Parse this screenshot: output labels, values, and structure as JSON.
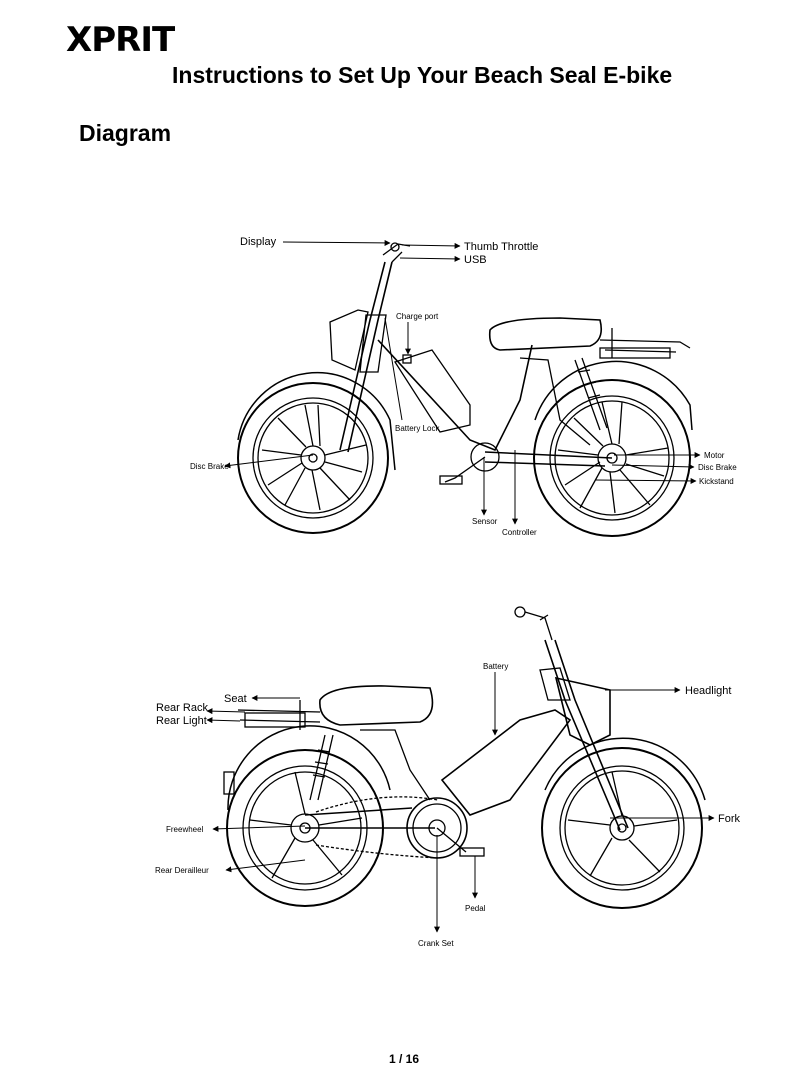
{
  "brand": "XPRIT",
  "title": "Instructions to Set Up Your Beach Seal E-bike",
  "section_heading": "Diagram",
  "diagram1": {
    "labels": {
      "display": "Display",
      "thumb_throttle": "Thumb Throttle",
      "usb": "USB",
      "charge_port": "Charge port",
      "battery_lock": "Battery Lock",
      "disc_brake_front": "Disc Brake",
      "motor": "Motor",
      "disc_brake_rear": "Disc Brake",
      "kickstand": "Kickstand",
      "sensor": "Sensor",
      "controller": "Controller"
    }
  },
  "diagram2": {
    "labels": {
      "battery": "Battery",
      "seat": "Seat",
      "rear_rack": "Rear Rack",
      "rear_light": "Rear Light",
      "headlight": "Headlight",
      "freewheel": "Freewheel",
      "fork": "Fork",
      "rear_derailleur": "Rear Derailleur",
      "pedal": "Pedal",
      "crank_set": "Crank Set"
    }
  },
  "page_number": "1 / 16"
}
